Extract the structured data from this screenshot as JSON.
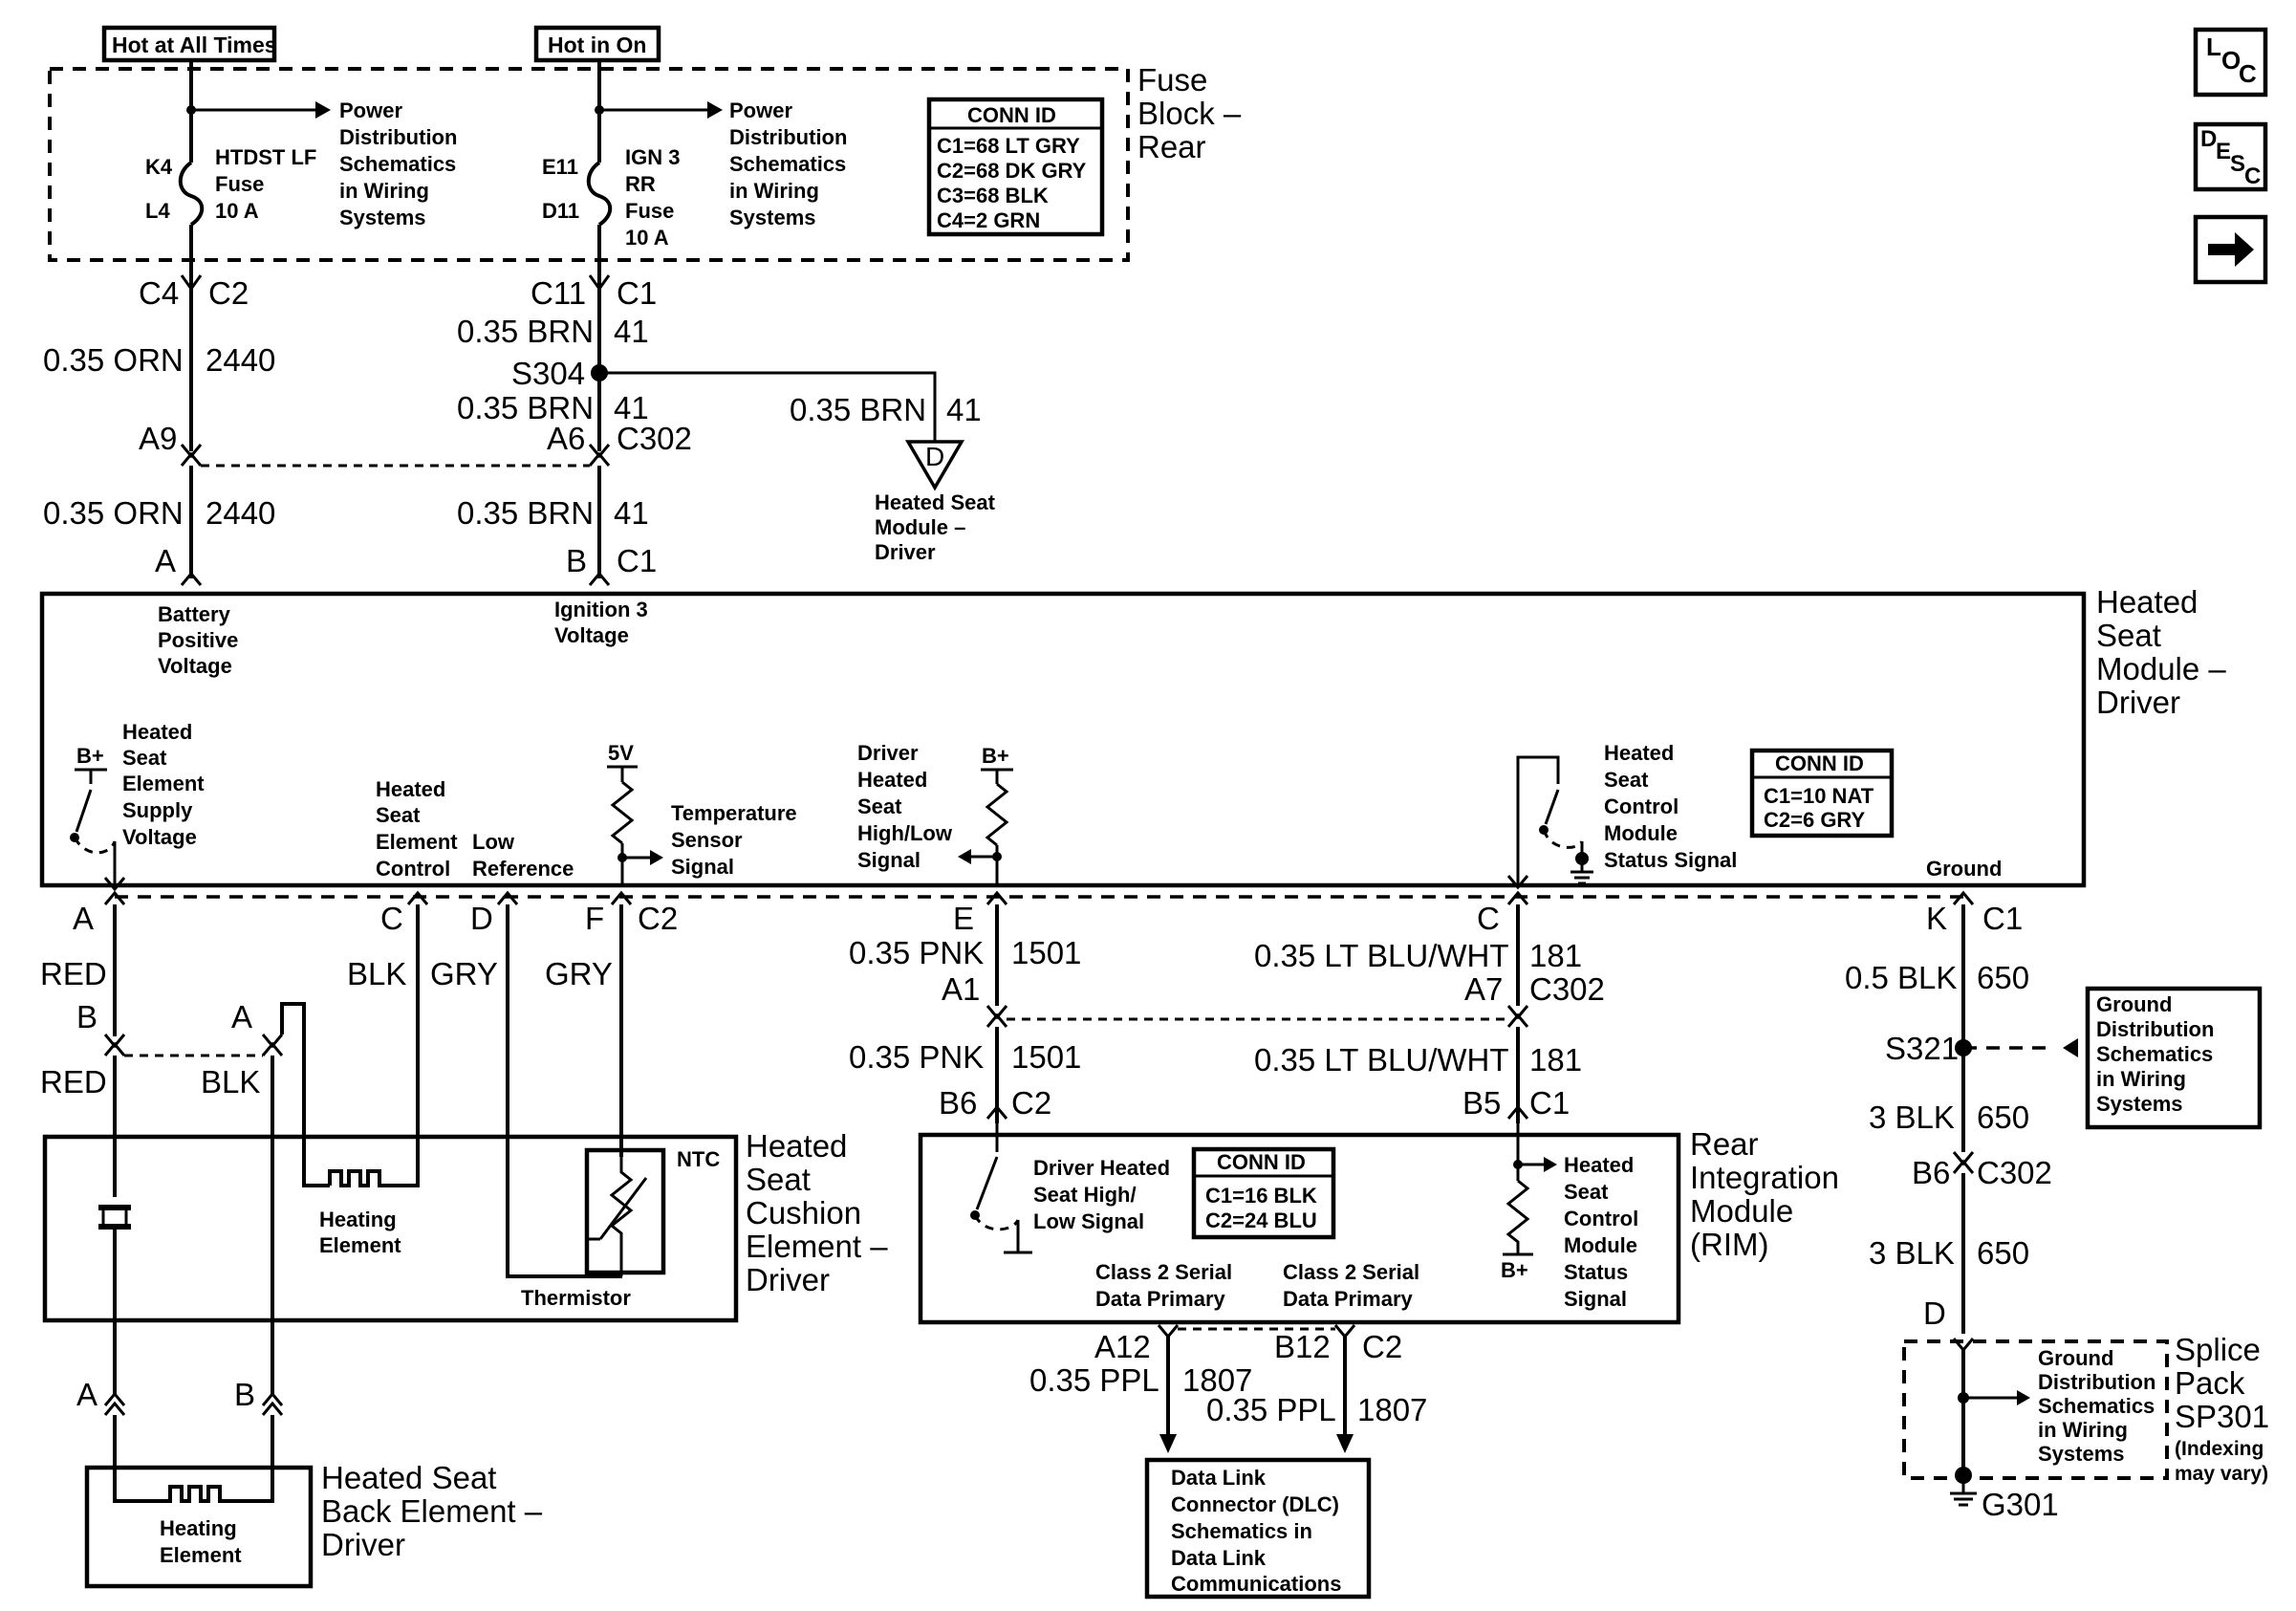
{
  "header_tags": {
    "hot_at_all_times": "Hot at All Times",
    "hot_in_on": "Hot in On"
  },
  "fuse_block": {
    "title": [
      "Fuse",
      "Block –",
      "Rear"
    ],
    "fuse1": {
      "top_pin": "K4",
      "bottom_pin": "L4",
      "label": [
        "HTDST LF",
        "Fuse",
        "10 A"
      ]
    },
    "fuse2": {
      "top_pin": "E11",
      "bottom_pin": "D11",
      "label": [
        "IGN 3",
        "RR",
        "Fuse",
        "10 A"
      ]
    },
    "power_ref_1": [
      "Power",
      "Distribution",
      "Schematics",
      "in Wiring",
      "Systems"
    ],
    "power_ref_2": [
      "Power",
      "Distribution",
      "Schematics",
      "in Wiring",
      "Systems"
    ],
    "conn_id": {
      "title": "CONN ID",
      "lines": [
        "C1=68 LT GRY",
        "C2=68 DK GRY",
        "C3=68 BLK",
        "C4=2 GRN"
      ]
    }
  },
  "upper_wiring": {
    "c4": "C4",
    "c2": "C2",
    "c11": "C11",
    "c1": "C1",
    "wire_orn_1": "0.35 ORN",
    "circuit_2440_1": "2440",
    "wire_brn_1": "0.35 BRN",
    "circuit_41_1": "41",
    "splice": "S304",
    "wire_brn_2": "0.35 BRN",
    "circuit_41_2": "41",
    "wire_brn_3": "0.35 BRN",
    "circuit_41_3": "41",
    "a9": "A9",
    "a6": "A6",
    "c302_top": "C302",
    "wire_orn_2": "0.35 ORN",
    "circuit_2440_2": "2440",
    "wire_brn_4": "0.35 BRN",
    "circuit_41_4": "41",
    "pin_a": "A",
    "pin_b": "B",
    "conn_c1": "C1",
    "offpage_letter": "D",
    "offpage_label": [
      "Heated Seat",
      "Module –",
      "Driver"
    ]
  },
  "module": {
    "title": [
      "Heated",
      "Seat",
      "Module –",
      "Driver"
    ],
    "battery_label": [
      "Battery",
      "Positive",
      "Voltage"
    ],
    "ignition_label": [
      "Ignition 3",
      "Voltage"
    ],
    "bplus_1": "B+",
    "supply_label": [
      "Heated",
      "Seat",
      "Element",
      "Supply",
      "Voltage"
    ],
    "control_label": [
      "Heated",
      "Seat",
      "Element",
      "Control"
    ],
    "low_ref_label": [
      "Low",
      "Reference"
    ],
    "five_v": "5V",
    "temp_label": [
      "Temperature",
      "Sensor",
      "Signal"
    ],
    "highlow_label": [
      "Driver",
      "Heated",
      "Seat",
      "High/Low",
      "Signal"
    ],
    "bplus_2": "B+",
    "status_label": [
      "Heated",
      "Seat",
      "Control",
      "Module",
      "Status Signal"
    ],
    "conn_id": {
      "title": "CONN ID",
      "lines": [
        "C1=10 NAT",
        "C2=6 GRY"
      ]
    },
    "ground_label": "Ground"
  },
  "module_pins": {
    "a": "A",
    "c": "C",
    "d": "D",
    "f": "F",
    "c2": "C2",
    "e": "E",
    "c_right": "C",
    "k": "K",
    "c1": "C1"
  },
  "cushion_wiring": {
    "red_1": "RED",
    "b_pin": "B",
    "a_pin": "A",
    "red_2": "RED",
    "blk_1": "BLK",
    "blk_2": "BLK",
    "gry_1": "GRY",
    "gry_2": "GRY"
  },
  "cushion": {
    "title": [
      "Heated",
      "Seat",
      "Cushion",
      "Element –",
      "Driver"
    ],
    "heating_label": [
      "Heating",
      "Element"
    ],
    "ntc": "NTC",
    "thermistor": "Thermistor"
  },
  "back_element": {
    "pin_a": "A",
    "pin_b": "B",
    "title": [
      "Heated Seat",
      "Back Element –",
      "Driver"
    ],
    "heating_label": [
      "Heating",
      "Element"
    ]
  },
  "middle_wiring": {
    "wire_pnk_1": "0.35 PNK",
    "circuit_1501_1": "1501",
    "a1": "A1",
    "wire_pnk_2": "0.35 PNK",
    "circuit_1501_2": "1501",
    "b6": "B6",
    "c2": "C2",
    "wire_blu_1": "0.35 LT BLU/WHT",
    "circuit_181_1": "181",
    "a7": "A7",
    "c302": "C302",
    "wire_blu_2": "0.35 LT BLU/WHT",
    "circuit_181_2": "181",
    "b5": "B5",
    "c1": "C1"
  },
  "rim": {
    "title": [
      "Rear",
      "Integration",
      "Module",
      "(RIM)"
    ],
    "highlow_label": [
      "Driver Heated",
      "Seat High/",
      "Low Signal"
    ],
    "conn_id": {
      "title": "CONN ID",
      "lines": [
        "C1=16 BLK",
        "C2=24 BLU"
      ]
    },
    "status_label": [
      "Heated",
      "Seat",
      "Control",
      "Module",
      "Status",
      "Signal"
    ],
    "bplus": "B+",
    "class2_left": [
      "Class 2 Serial",
      "Data Primary"
    ],
    "class2_right": [
      "Class 2 Serial",
      "Data Primary"
    ]
  },
  "dlc_wiring": {
    "a12": "A12",
    "wire_ppl_1": "0.35 PPL",
    "circuit_1807_1": "1807",
    "b12": "B12",
    "c2": "C2",
    "wire_ppl_2": "0.35 PPL",
    "circuit_1807_2": "1807"
  },
  "dlc_box": [
    "Data Link",
    "Connector (DLC)",
    "Schematics in",
    "Data Link",
    "Communications"
  ],
  "ground_wiring": {
    "wire_blk_1": "0.5 BLK",
    "circuit_650_1": "650",
    "splice": "S321",
    "ground_ref": [
      "Ground",
      "Distribution",
      "Schematics",
      "in Wiring",
      "Systems"
    ],
    "wire_blk_2": "3 BLK",
    "circuit_650_2": "650",
    "b6": "B6",
    "c302": "C302",
    "wire_blk_3": "3 BLK",
    "circuit_650_3": "650",
    "d_pin": "D"
  },
  "splice_pack": {
    "title": [
      "Splice",
      "Pack",
      "SP301"
    ],
    "note": [
      "(Indexing",
      "may vary)"
    ],
    "ref": [
      "Ground",
      "Distribution",
      "Schematics",
      "in Wiring",
      "Systems"
    ],
    "ground": "G301"
  },
  "nav": {
    "loc": [
      "L",
      "O",
      "C"
    ],
    "desc": [
      "D",
      "E",
      "S",
      "C"
    ]
  }
}
